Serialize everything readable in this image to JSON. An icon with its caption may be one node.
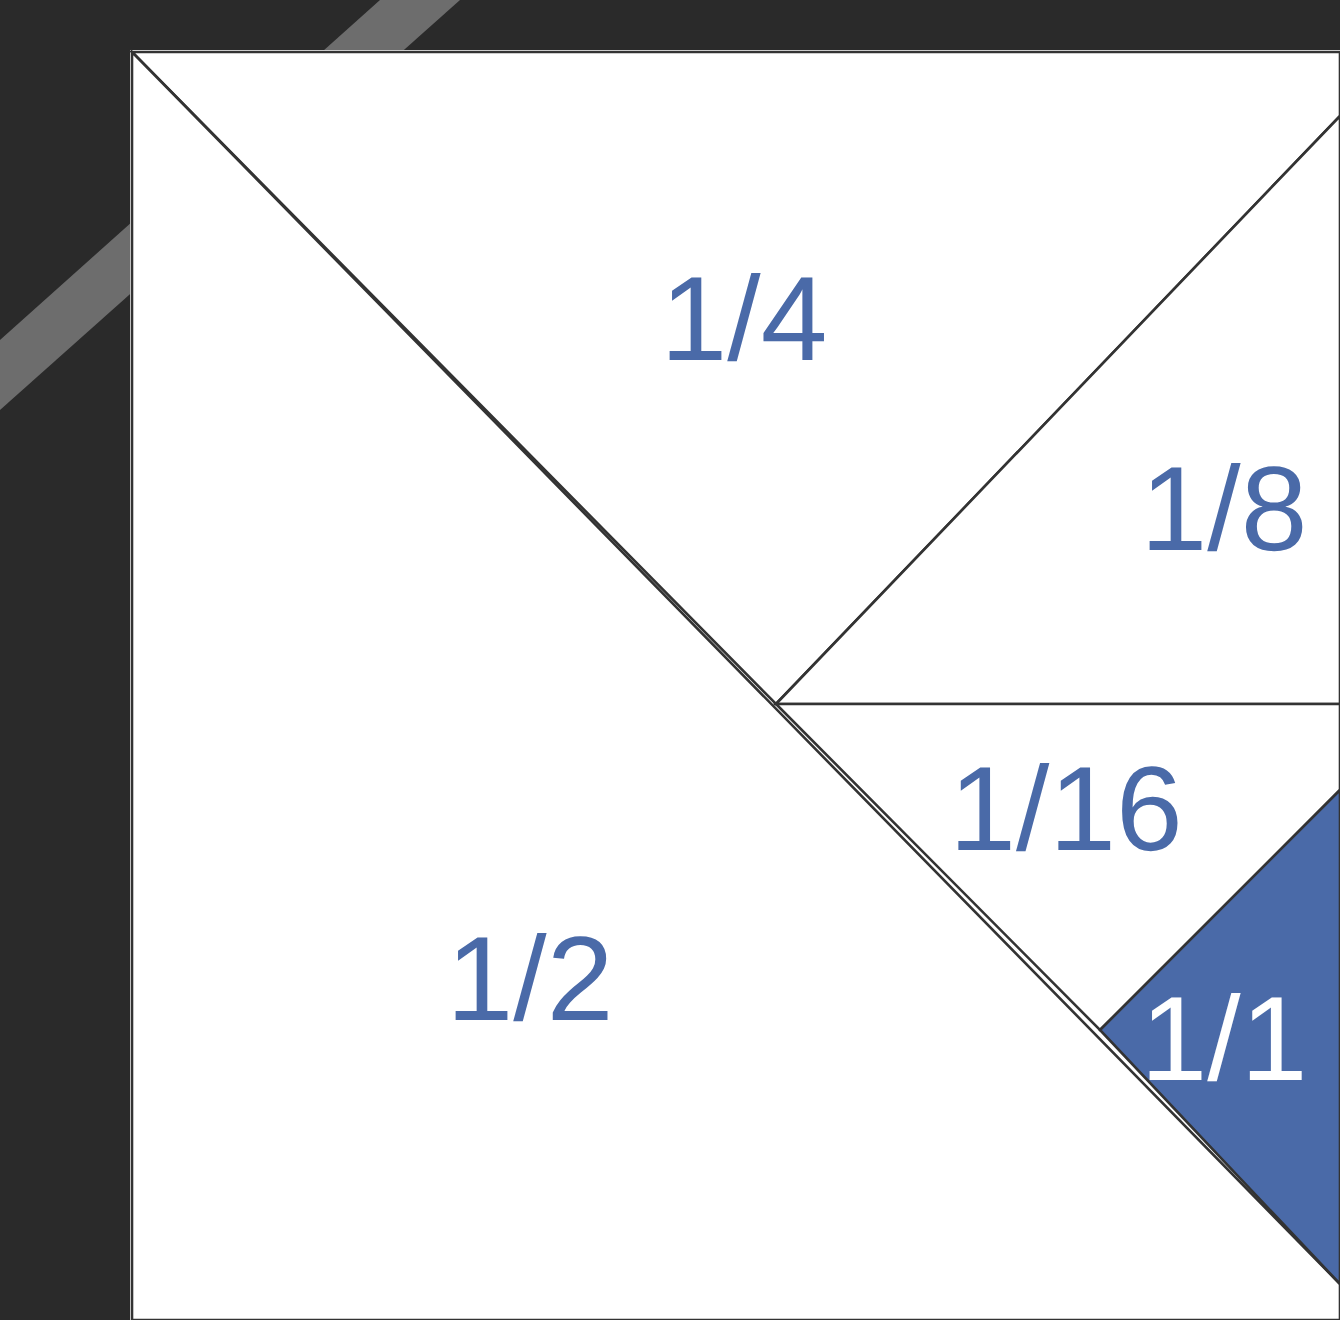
{
  "diagram": {
    "nodes": [
      {
        "text": [
          "1/4"
        ]
      },
      {
        "text": [
          "1/8"
        ]
      },
      {
        "text": [
          "1/16"
        ]
      },
      {
        "text": [
          "1/2"
        ]
      },
      {
        "text": [
          "1/1"
        ]
      }
    ]
  }
}
